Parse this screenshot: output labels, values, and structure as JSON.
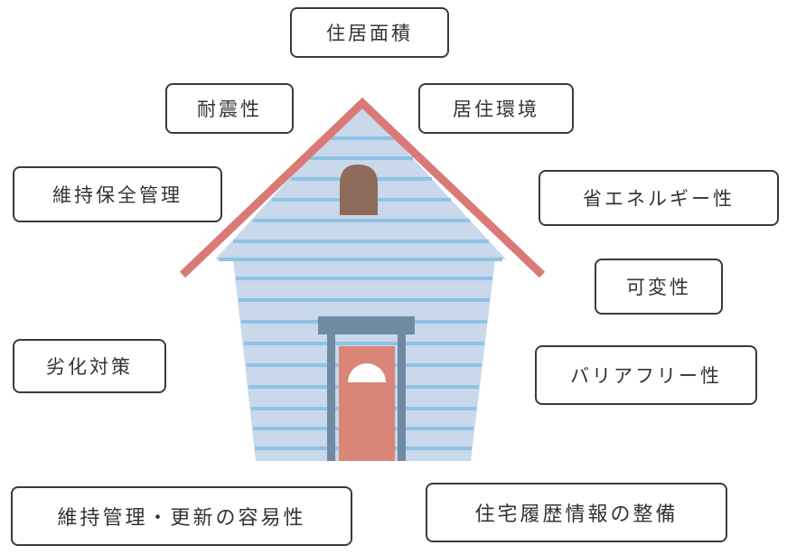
{
  "labels": [
    "住居面積",
    "耐震性",
    "居住環境",
    "維持保全管理",
    "省エネルギー性",
    "可変性",
    "劣化対策",
    "バリアフリー性",
    "維持管理・更新の容易性",
    "住宅履歴情報の整備"
  ],
  "colors": {
    "roof": "#d97a78",
    "wall": "#c9d8ea",
    "siding": "#8ec3e6",
    "door": "#d98578",
    "door_frame": "#6f8aa3",
    "chimney": "#8e6a5b",
    "border": "#3a3a3a"
  }
}
